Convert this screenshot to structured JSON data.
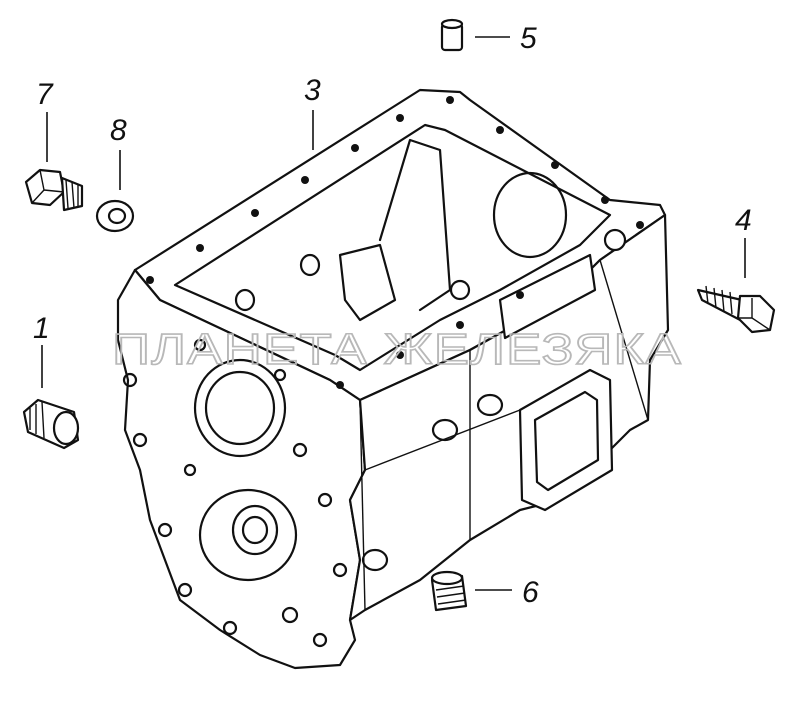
{
  "watermark": "ПЛАНЕТА ЖЕЛЕЗЯКА",
  "callouts": {
    "c1": "1",
    "c3": "3",
    "c4": "4",
    "c5": "5",
    "c6": "6",
    "c7": "7",
    "c8": "8"
  },
  "parts": [
    "plug-1",
    "housing-3",
    "bolt-4",
    "dowel-pin-5",
    "plug-6",
    "bolt-7",
    "washer-8"
  ]
}
